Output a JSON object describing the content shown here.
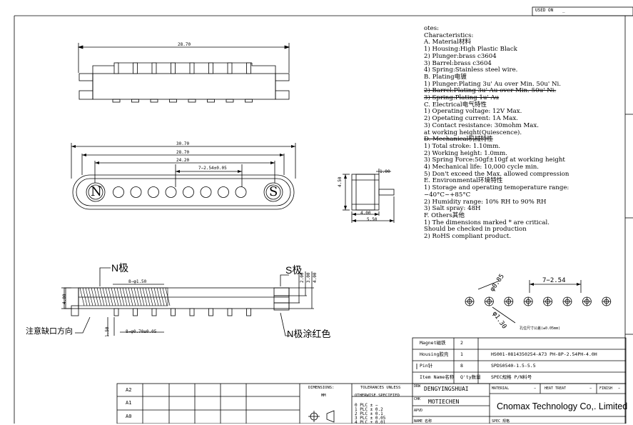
{
  "used_on": "USED ON",
  "used_on_value": "_",
  "dims": {
    "top_width": "28.70",
    "front_outer": "30.70",
    "front_mid": "28.70",
    "front_inner": "24.20",
    "pitch": "7−2.54±0.05",
    "side_t": "1.00",
    "side_h": "4.50",
    "side_w1": "4.00",
    "side_w2": "5.50",
    "bottom_pin": "8−φ1.50",
    "bottom_h": "4.00",
    "right_2": "2.00",
    "right_3": "3.00",
    "right_4": "4.00",
    "bottom_pin2": "8−φ0.70±0.05",
    "bottom_1": "1.50",
    "hole_d": "φ0.85",
    "hole_d2": "φ1.30",
    "hole_pitch": "7−2.54"
  },
  "pole_labels": {
    "n": "N",
    "s": "S"
  },
  "callouts": {
    "n_pole": "N极",
    "s_pole": "S极",
    "notch": "注意缺口方向",
    "n_red": "N极涂红色",
    "tolerance_note": "孔位尺寸公差(±0.05mm)"
  },
  "notes": [
    {
      "text": "otes:",
      "style": ""
    },
    {
      "text": "Characteristics:",
      "style": ""
    },
    {
      "text": "  A. Material材料",
      "style": ""
    },
    {
      "text": "     1) Housing:High Plastic Black",
      "style": ""
    },
    {
      "text": "     2) Plunger:brass c3604",
      "style": ""
    },
    {
      "text": "     3) Barrel:brass c3604",
      "style": ""
    },
    {
      "text": "     4) Spring:Stainless steel wire.",
      "style": ""
    },
    {
      "text": "  B. Plating电镀",
      "style": ""
    },
    {
      "text": "     1) Plunger:Plating 3u' Au over Min. 50u' Ni.",
      "style": ""
    },
    {
      "text": "     2) Barrel:Plating 3u' Au over Min. 50u' Ni.",
      "style": "strike"
    },
    {
      "text": "     3) Spring:Plating  1u' Au",
      "style": "strike"
    },
    {
      "text": "  C. Electrical电气特性",
      "style": ""
    },
    {
      "text": "     1) Operating voltage: 12V Max.",
      "style": ""
    },
    {
      "text": "     2) Opetating current: 1A Max.",
      "style": ""
    },
    {
      "text": "     3) Contact resistance: 30mohm Max.",
      "style": ""
    },
    {
      "text": "        at working height(Quiescence).",
      "style": ""
    },
    {
      "text": "  D. Mechanical机械特性",
      "style": "strike"
    },
    {
      "text": "     1) Total stroke: 1.10mm.",
      "style": ""
    },
    {
      "text": "     2) Working height: 1.0mm.",
      "style": ""
    },
    {
      "text": "     3) Spring Force:50gf±10gf at working height",
      "style": ""
    },
    {
      "text": "     4) Mechanical life: 10,000 cycle min.",
      "style": ""
    },
    {
      "text": "     5) Don't exceed the Max. allowed compression",
      "style": ""
    },
    {
      "text": "  E. Environmental环境特性",
      "style": ""
    },
    {
      "text": "     1) Storage and operating temoperature range:",
      "style": ""
    },
    {
      "text": "        −40°C~+85°C",
      "style": ""
    },
    {
      "text": "     2) Humidity range: 10% RH to 90% RH",
      "style": ""
    },
    {
      "text": "     3) Salt spray: 48H",
      "style": ""
    },
    {
      "text": "  F. Others其他",
      "style": ""
    },
    {
      "text": "     1) The dimensions marked * are critical.",
      "style": ""
    },
    {
      "text": "        Should be checked in production",
      "style": ""
    },
    {
      "text": "     2) RoHS compliant product.",
      "style": ""
    }
  ],
  "bom": [
    {
      "name": "Magnet磁铁",
      "qty": "2",
      "pn": ""
    },
    {
      "name": "Housing胶壳",
      "qty": "1",
      "pn": "HS001-0814350254-A73  PH-8P-2.54PH-4.0H"
    },
    {
      "name": "Pin针",
      "qty": "8",
      "pn": "SPDS0540-1.5-5.5"
    },
    {
      "name": "Item Name名称",
      "qty": "Q'ty数量",
      "pn": "SPEC规格  P/N料号"
    }
  ],
  "title_block": {
    "dimensions": "DIMENSIONS:",
    "unit": "MM",
    "tolerances": "TOLERANCES UNLESS",
    "otherwise": "OTHERWISE SPECIFIED",
    "tol_rows": [
      "0 PLC   ±  −",
      "1 PLC   ±  0.2",
      "2 PLC   ±  0.1",
      "3 PLC   ±  0.05",
      "4 PLC   ±  0.01"
    ],
    "drw": "DRW",
    "drw_name": "DENGYINGSHUAI",
    "chk": "CHK",
    "chk_name": "MOTIECHEN",
    "apvd": "APVD",
    "name": "NAME 名称",
    "material": "MATERIAL",
    "material_val": "−",
    "heat": "HEAT TREAT",
    "heat_val": "−",
    "finish": "FINISH",
    "finish_val": "−",
    "spec": "SPEC 规格",
    "company": "Cnomax Technology Co,. Limited",
    "rev_a2": "A2",
    "rev_a1": "A1",
    "rev_a0": "A0"
  }
}
